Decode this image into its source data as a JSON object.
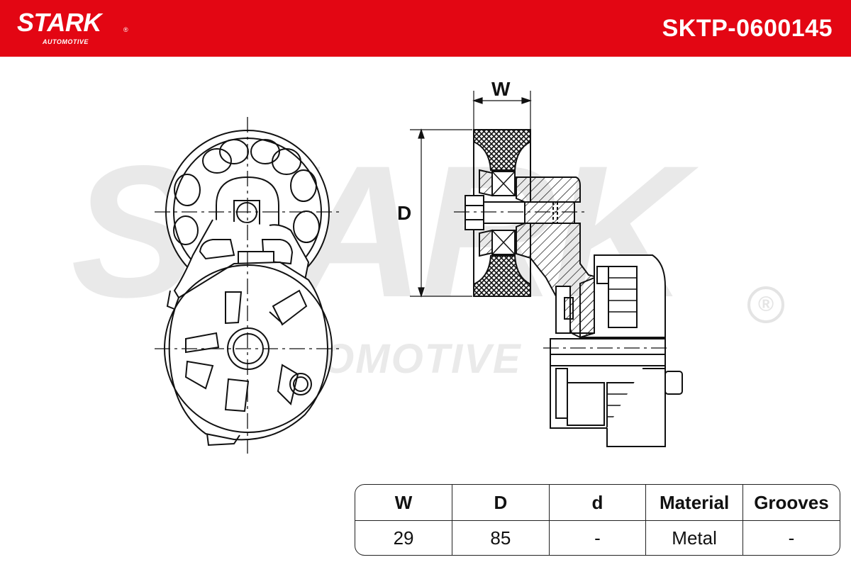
{
  "header": {
    "brand": "STARK",
    "brand_registered": "®",
    "brand_sub": "AUTOMOTIVE",
    "part_number": "SKTP-0600145",
    "background_color": "#e30613",
    "text_color": "#ffffff"
  },
  "watermark": {
    "main": "STARK",
    "sub": "AUTOMOTIVE",
    "registered": "®",
    "color": "#e9e9e9"
  },
  "dimensions": {
    "width_label": "W",
    "diameter_label": "D"
  },
  "specs": {
    "columns": [
      "W",
      "D",
      "d",
      "Material",
      "Grooves"
    ],
    "values": [
      "29",
      "85",
      "-",
      "Metal",
      "-"
    ]
  }
}
